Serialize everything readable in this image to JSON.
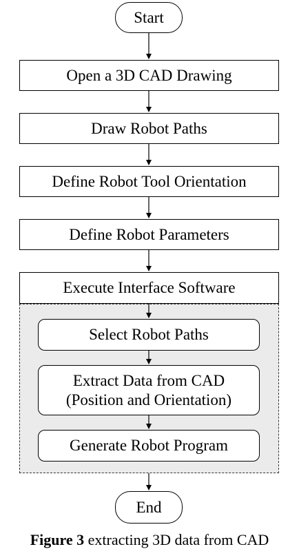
{
  "flowchart": {
    "start": "Start",
    "steps": [
      "Open a 3D CAD Drawing",
      "Draw Robot Paths",
      "Define Robot Tool Orientation",
      "Define Robot Parameters",
      "Execute Interface Software"
    ],
    "sub_steps": [
      "Select Robot Paths",
      "Extract Data from CAD",
      "(Position and Orientation)",
      "Generate Robot Program"
    ],
    "end": "End"
  },
  "caption": {
    "label": "Figure 3",
    "text": "extracting 3D data from CAD"
  }
}
